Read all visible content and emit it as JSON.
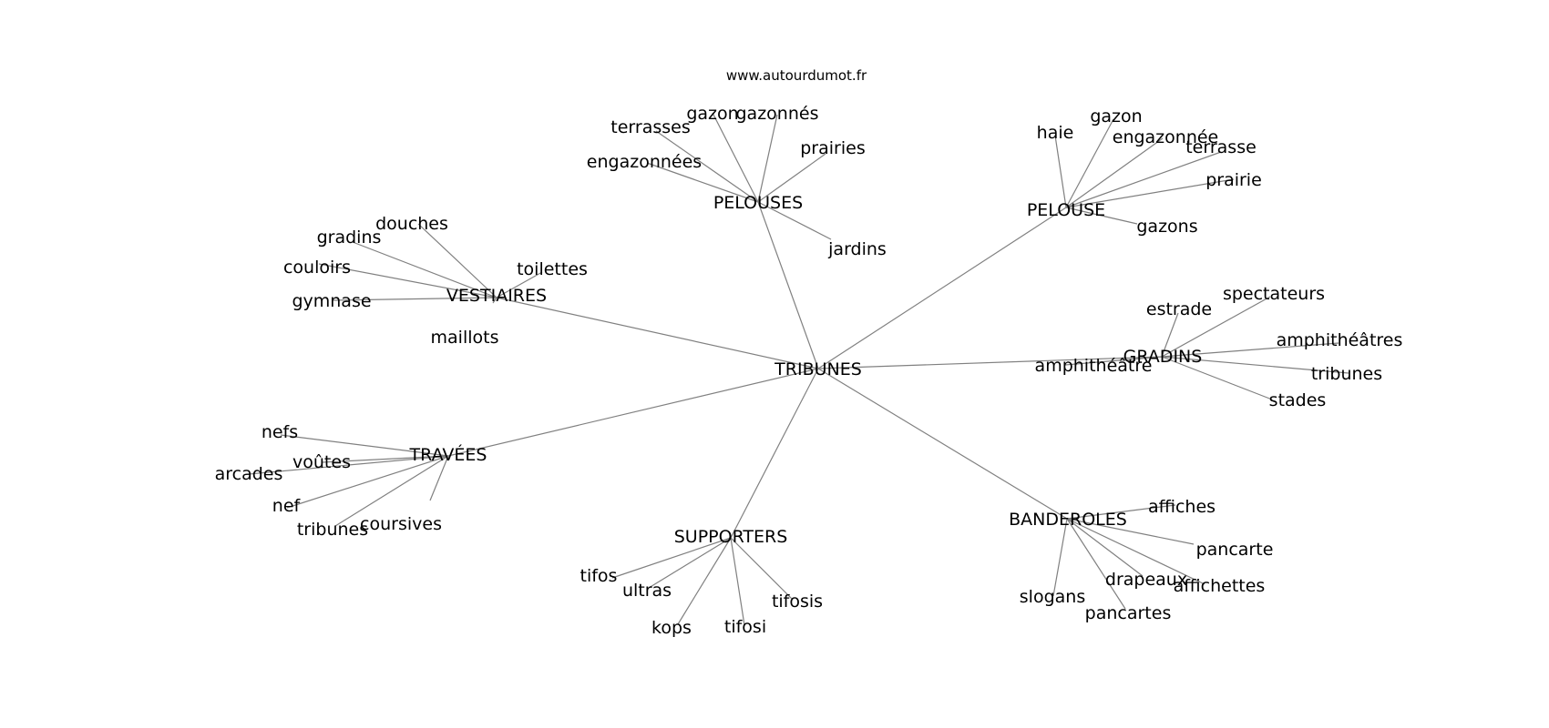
{
  "source": "www.autourdumot.fr",
  "center": "TRIBUNES",
  "clusters": [
    {
      "hub": "PELOUSES",
      "leaves": [
        "terrasses",
        "gazon",
        "gazonnés",
        "prairies",
        "engazonnées",
        "jardins"
      ]
    },
    {
      "hub": "PELOUSE",
      "leaves": [
        "haie",
        "gazon",
        "engazonnée",
        "terrasse",
        "prairie",
        "gazons"
      ]
    },
    {
      "hub": "VESTIAIRES",
      "leaves": [
        "douches",
        "gradins",
        "couloirs",
        "toilettes",
        "gymnase",
        "maillots"
      ]
    },
    {
      "hub": "GRADINS",
      "leaves": [
        "estrade",
        "spectateurs",
        "amphithéâtres",
        "amphithéâtre",
        "tribunes",
        "stades"
      ]
    },
    {
      "hub": "TRAVÉES",
      "leaves": [
        "nefs",
        "voûtes",
        "arcades",
        "nef",
        "tribunes",
        "coursives"
      ]
    },
    {
      "hub": "SUPPORTERS",
      "leaves": [
        "tifos",
        "ultras",
        "kops",
        "tifosi",
        "tifosis"
      ]
    },
    {
      "hub": "BANDEROLES",
      "leaves": [
        "affiches",
        "pancarte",
        "drapeaux",
        "affichettes",
        "slogans",
        "pancartes"
      ]
    }
  ]
}
